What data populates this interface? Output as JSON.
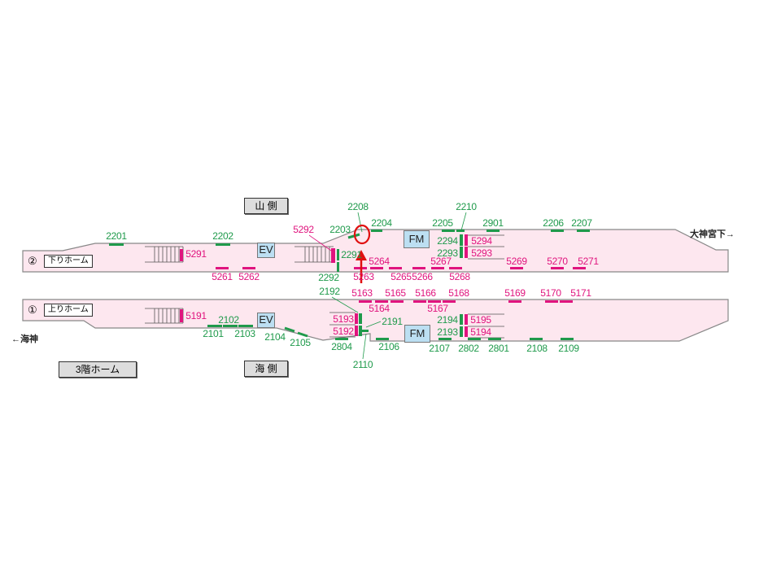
{
  "headings": {
    "mountain_side": "山 側",
    "sea_side": "海 側",
    "floor": "3階ホーム"
  },
  "platforms": [
    {
      "number": "②",
      "name": "下りホーム"
    },
    {
      "number": "①",
      "name": "上りホーム"
    }
  ],
  "directions": {
    "right": "大神宮下→",
    "left": "←海神"
  },
  "facilities": {
    "ev": "EV",
    "fm": "FM"
  },
  "codes": {
    "green": [
      "2201",
      "2202",
      "2203",
      "2208",
      "2204",
      "2205",
      "2210",
      "2901",
      "2206",
      "2207",
      "2294",
      "2293",
      "2292",
      "2291",
      "2192",
      "2191",
      "2102",
      "2101",
      "2103",
      "2104",
      "2105",
      "2804",
      "2110",
      "2106",
      "2194",
      "2193",
      "2107",
      "2802",
      "2801",
      "2108",
      "2109"
    ],
    "magenta": [
      "5292",
      "5291",
      "5261",
      "5262",
      "5263",
      "5264",
      "5265",
      "5266",
      "5267",
      "5268",
      "5269",
      "5270",
      "5271",
      "5294",
      "5293",
      "5163",
      "5165",
      "5166",
      "5168",
      "5169",
      "5170",
      "5171",
      "5164",
      "5167",
      "5191",
      "5193",
      "5192",
      "5195",
      "5194"
    ]
  },
  "colors": {
    "green": "#1f9a4b",
    "magenta": "#e0147e",
    "platform": "#fde7ef",
    "highlight": "#e01010"
  }
}
